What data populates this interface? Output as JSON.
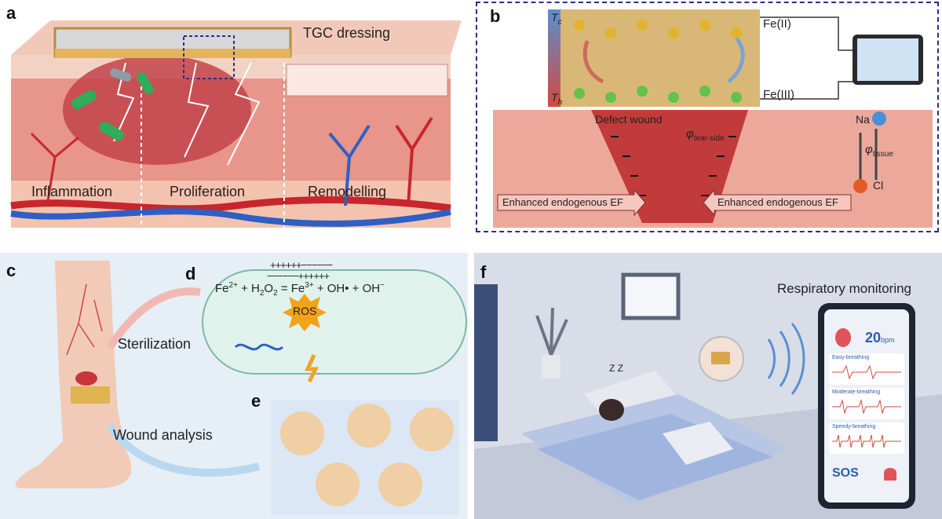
{
  "panels": {
    "a": {
      "label": "a",
      "dressing_label": "TGC dressing",
      "stages": [
        "Inflammation",
        "Proliferation",
        "Remodelling"
      ]
    },
    "b": {
      "label": "b",
      "t_cold": "T",
      "t_cold_sub": "c",
      "t_hot": "T",
      "t_hot_sub": "h",
      "fe2": "Fe(II)",
      "fe3": "Fe(III)",
      "defect_wound": "Defect wound",
      "phi_tear": "φ",
      "phi_tear_sub": "tear-side",
      "phi_tissue": "φ",
      "phi_tissue_sub": "tissue",
      "na": "Na",
      "cl": "Cl",
      "ef_left": "Enhanced endogenous EF",
      "ef_right": "Enhanced endogenous EF"
    },
    "c": {
      "label": "c",
      "sterilization": "Sterilization",
      "wound_analysis": "Wound analysis"
    },
    "d": {
      "label": "d",
      "eq_fe2": "Fe",
      "eq_fe2_sup": "2+",
      "eq_plus1": " + H",
      "eq_h2o2_sub": "2",
      "eq_o": "O",
      "eq_o_sub": "2",
      "eq_eq": " = Fe",
      "eq_fe3_sup": "3+",
      "eq_oh": " + OH• + OH",
      "eq_oh_sup": "−",
      "charges_top": "++++++−−−−−−",
      "charges_bottom": "−−−−−−++++++",
      "ros": "ROS"
    },
    "e": {
      "label": "e"
    },
    "f": {
      "label": "f",
      "title": "Respiratory monitoring",
      "rate_value": "20",
      "rate_unit": "bpm",
      "modes": [
        "Easy-breathing",
        "Moderate-breathing",
        "Speedy-breathing"
      ],
      "sos": "SOS",
      "zzz": "Z Z"
    }
  },
  "colors": {
    "dashed_border": "#2b2f80",
    "skin": "#e89a90",
    "vessel_red": "#c8262c",
    "vessel_blue": "#2f5fc4",
    "teal_bg": "#dff3ec",
    "room_bg": "#d9dde7",
    "phone_screen": "#eef1f8"
  }
}
